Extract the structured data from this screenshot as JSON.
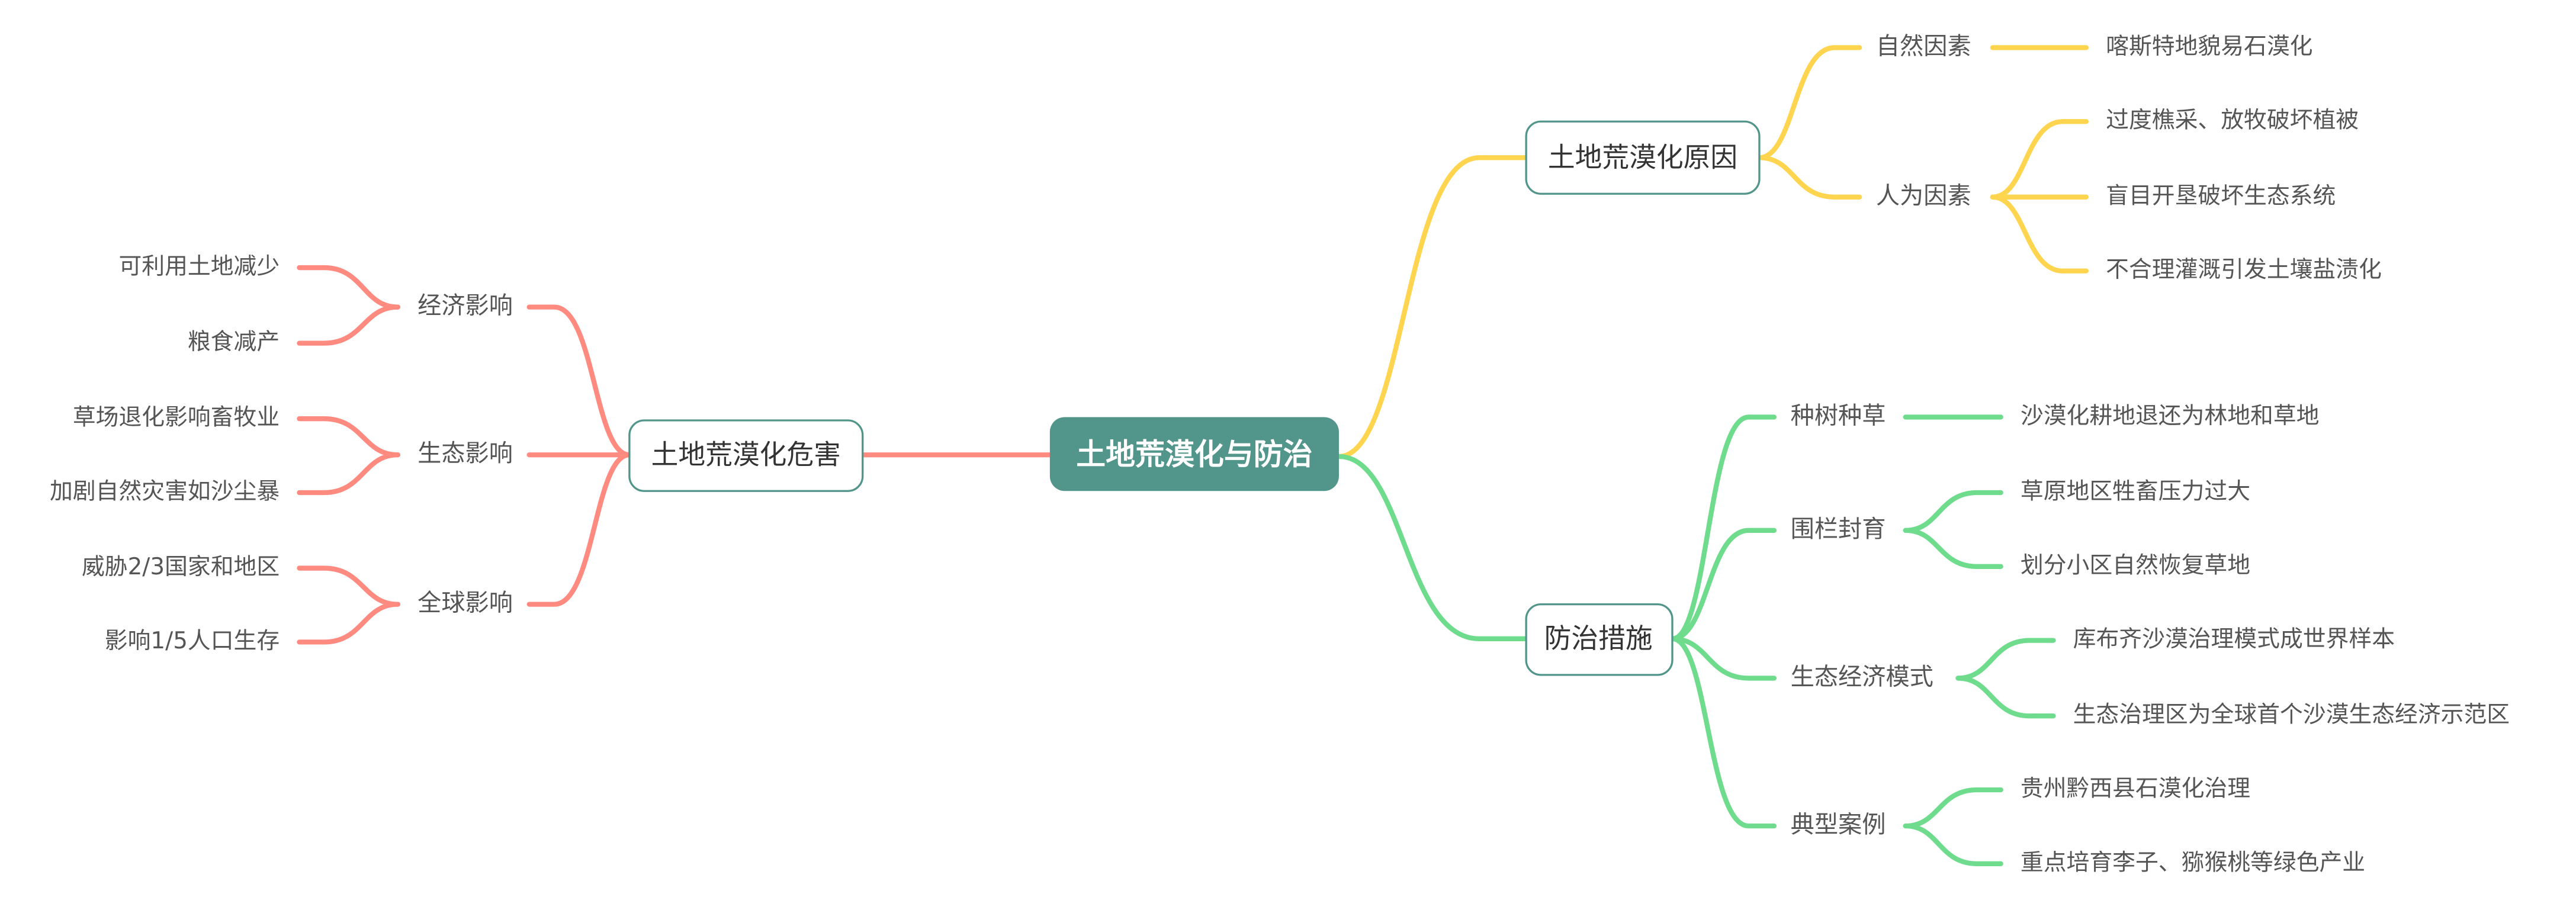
{
  "colors": {
    "root": "#52958A",
    "causes": "#FFD54F",
    "measures": "#6EDC8C",
    "harms": "#FF8A80"
  },
  "root": "土地荒漠化与防治",
  "causes": {
    "title": "土地荒漠化原因",
    "natural": {
      "label": "自然因素",
      "items": [
        "喀斯特地貌易石漠化"
      ]
    },
    "human": {
      "label": "人为因素",
      "items": [
        "过度樵采、放牧破坏植被",
        "盲目开垦破坏生态系统",
        "不合理灌溉引发土壤盐渍化"
      ]
    }
  },
  "measures": {
    "title": "防治措施",
    "groups": [
      {
        "label": "种树种草",
        "items": [
          "沙漠化耕地退还为林地和草地"
        ]
      },
      {
        "label": "围栏封育",
        "items": [
          "草原地区牲畜压力过大",
          "划分小区自然恢复草地"
        ]
      },
      {
        "label": "生态经济模式",
        "items": [
          "库布齐沙漠治理模式成世界样本",
          "生态治理区为全球首个沙漠生态经济示范区"
        ]
      },
      {
        "label": "典型案例",
        "items": [
          "贵州黔西县石漠化治理",
          "重点培育李子、猕猴桃等绿色产业"
        ]
      }
    ]
  },
  "harms": {
    "title": "土地荒漠化危害",
    "groups": [
      {
        "label": "经济影响",
        "items": [
          "可利用土地减少",
          "粮食减产"
        ]
      },
      {
        "label": "生态影响",
        "items": [
          "草场退化影响畜牧业",
          "加剧自然灾害如沙尘暴"
        ]
      },
      {
        "label": "全球影响",
        "items": [
          "威胁2/3国家和地区",
          "影响1/5人口生存"
        ]
      }
    ]
  }
}
